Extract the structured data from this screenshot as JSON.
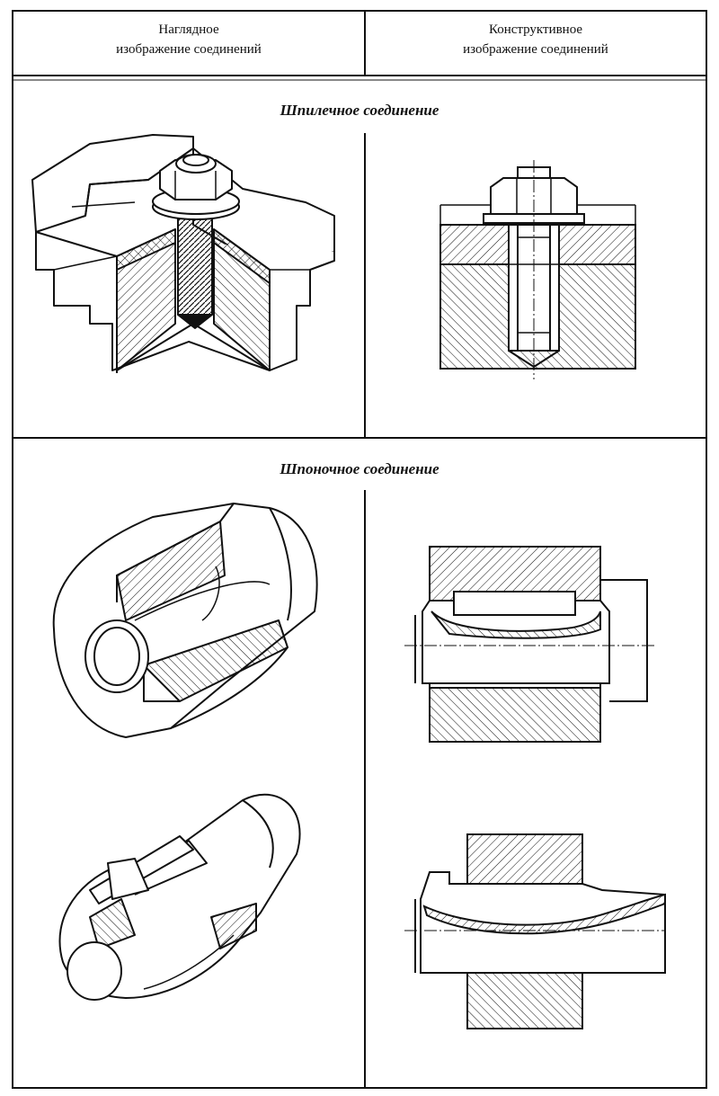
{
  "header": {
    "left": "Наглядное\nизображение соединений",
    "right": "Конструктивное\nизображение соединений"
  },
  "sections": [
    {
      "title": "Шпилечное соединение"
    },
    {
      "title": "Шпоночное соединение"
    }
  ]
}
